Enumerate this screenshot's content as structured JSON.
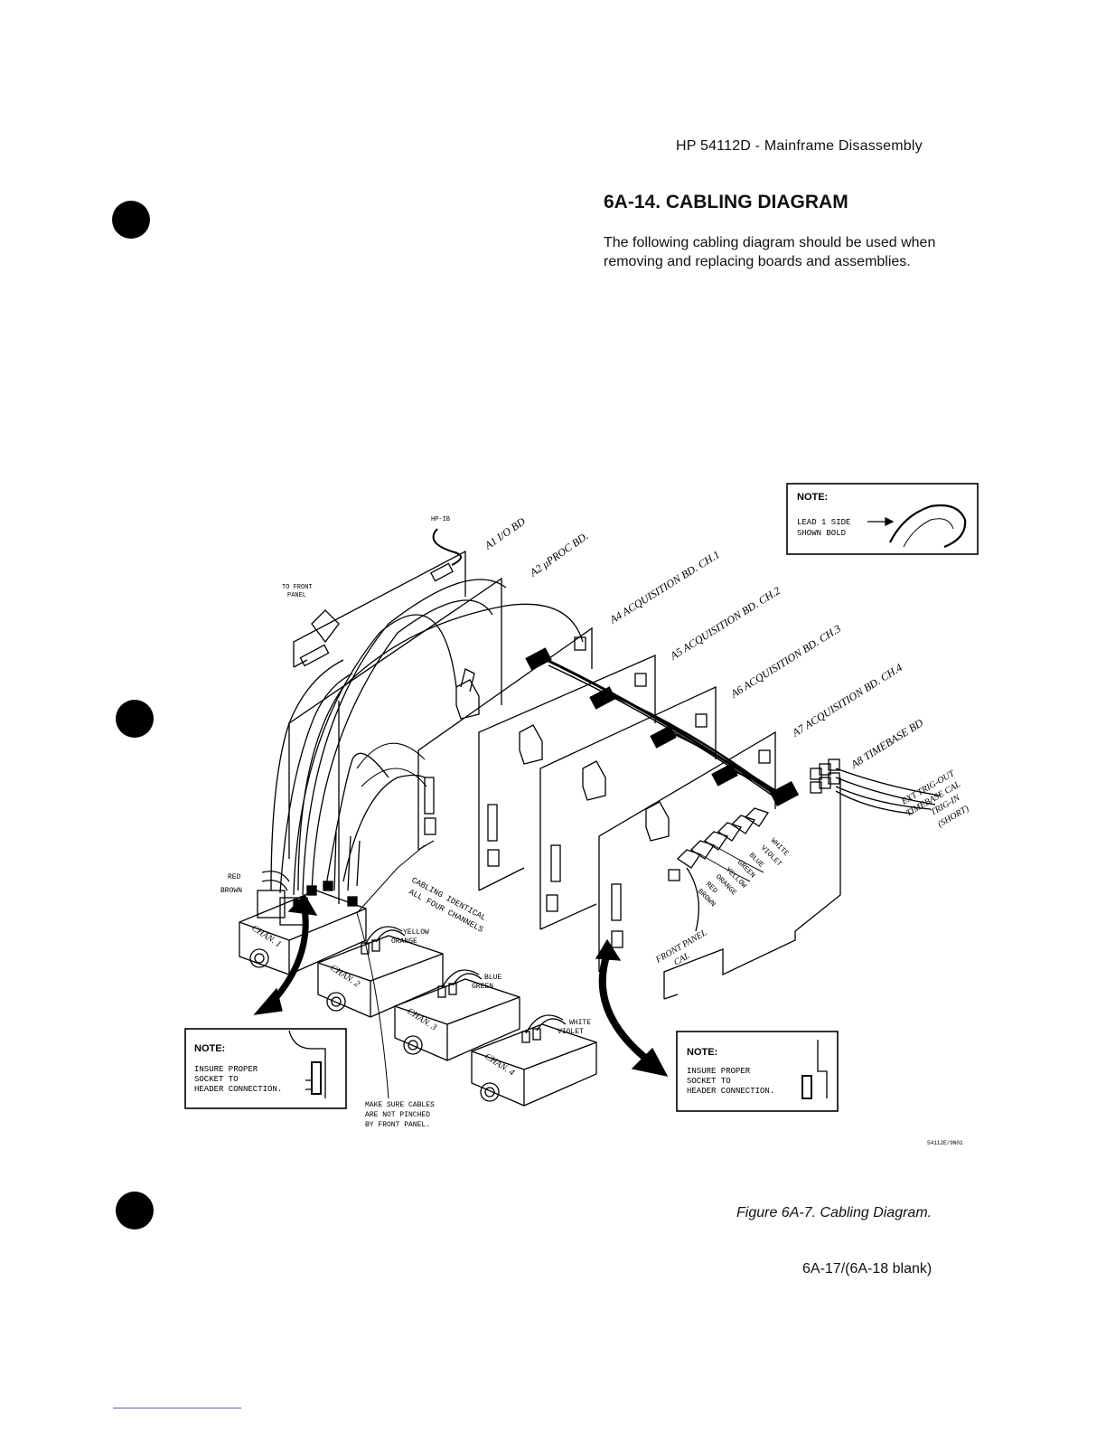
{
  "header": {
    "text": "HP 54112D - Mainframe Disassembly"
  },
  "section": {
    "title": "6A-14.  CABLING DIAGRAM",
    "intro": "The following cabling diagram should be used when removing and replacing boards and assemblies."
  },
  "figure": {
    "caption": "Figure 6A-7.  Cabling Diagram.",
    "code": "54112E/9N01",
    "notes": {
      "top": {
        "title": "NOTE:",
        "line1": "LEAD 1 SIDE",
        "line2": "SHOWN BOLD"
      },
      "left": {
        "title": "NOTE:",
        "line1": "INSURE PROPER",
        "line2": "SOCKET TO",
        "line3": "HEADER CONNECTION."
      },
      "right": {
        "title": "NOTE:",
        "line1": "INSURE PROPER",
        "line2": "SOCKET TO",
        "line3": "HEADER CONNECTION."
      }
    },
    "boards": {
      "a1": "A1 I/O BD",
      "a2": "A2 μPROC BD.",
      "a4": "A4 ACQUISITION BD. CH.1",
      "a5": "A5 ACQUISITION BD. CH.2",
      "a6": "A6 ACQUISITION BD. CH.3",
      "a7": "A7 ACQUISITION BD. CH.4",
      "a8": "A8 TIMEBASE BD"
    },
    "labels": {
      "hpib": "HP-IB",
      "to_front_panel_1": "TO FRONT",
      "to_front_panel_2": "PANEL",
      "red": "RED",
      "brown": "BROWN",
      "cabling_1": "CABLING IDENTICAL",
      "cabling_2": "ALL FOUR CHANNELS",
      "yellow": "YELLOW",
      "orange": "ORANGE",
      "blue": "BLUE",
      "green": "GREEN",
      "white": "WHITE",
      "violet": "VIOLET",
      "chan1": "CHAN. 1",
      "chan2": "CHAN. 2",
      "chan3": "CHAN. 3",
      "chan4": "CHAN. 4",
      "make_sure_1": "MAKE SURE CABLES",
      "make_sure_2": "ARE NOT PINCHED",
      "make_sure_3": "BY FRONT PANEL.",
      "front_panel_cal_1": "FRONT PANEL",
      "front_panel_cal_2": "CAL",
      "ext_trig_out": "EXT TRIG-OUT",
      "timebase_cal": "TIMEBASE CAL",
      "trig_in": "TRIG-IN",
      "short": "(SHORT)",
      "wire_colors": [
        "WHITE",
        "VIOLET",
        "BLUE",
        "GREEN",
        "YELLOW",
        "ORANGE",
        "RED",
        "BROWN"
      ]
    }
  },
  "page_number": "6A-17/(6A-18 blank)"
}
